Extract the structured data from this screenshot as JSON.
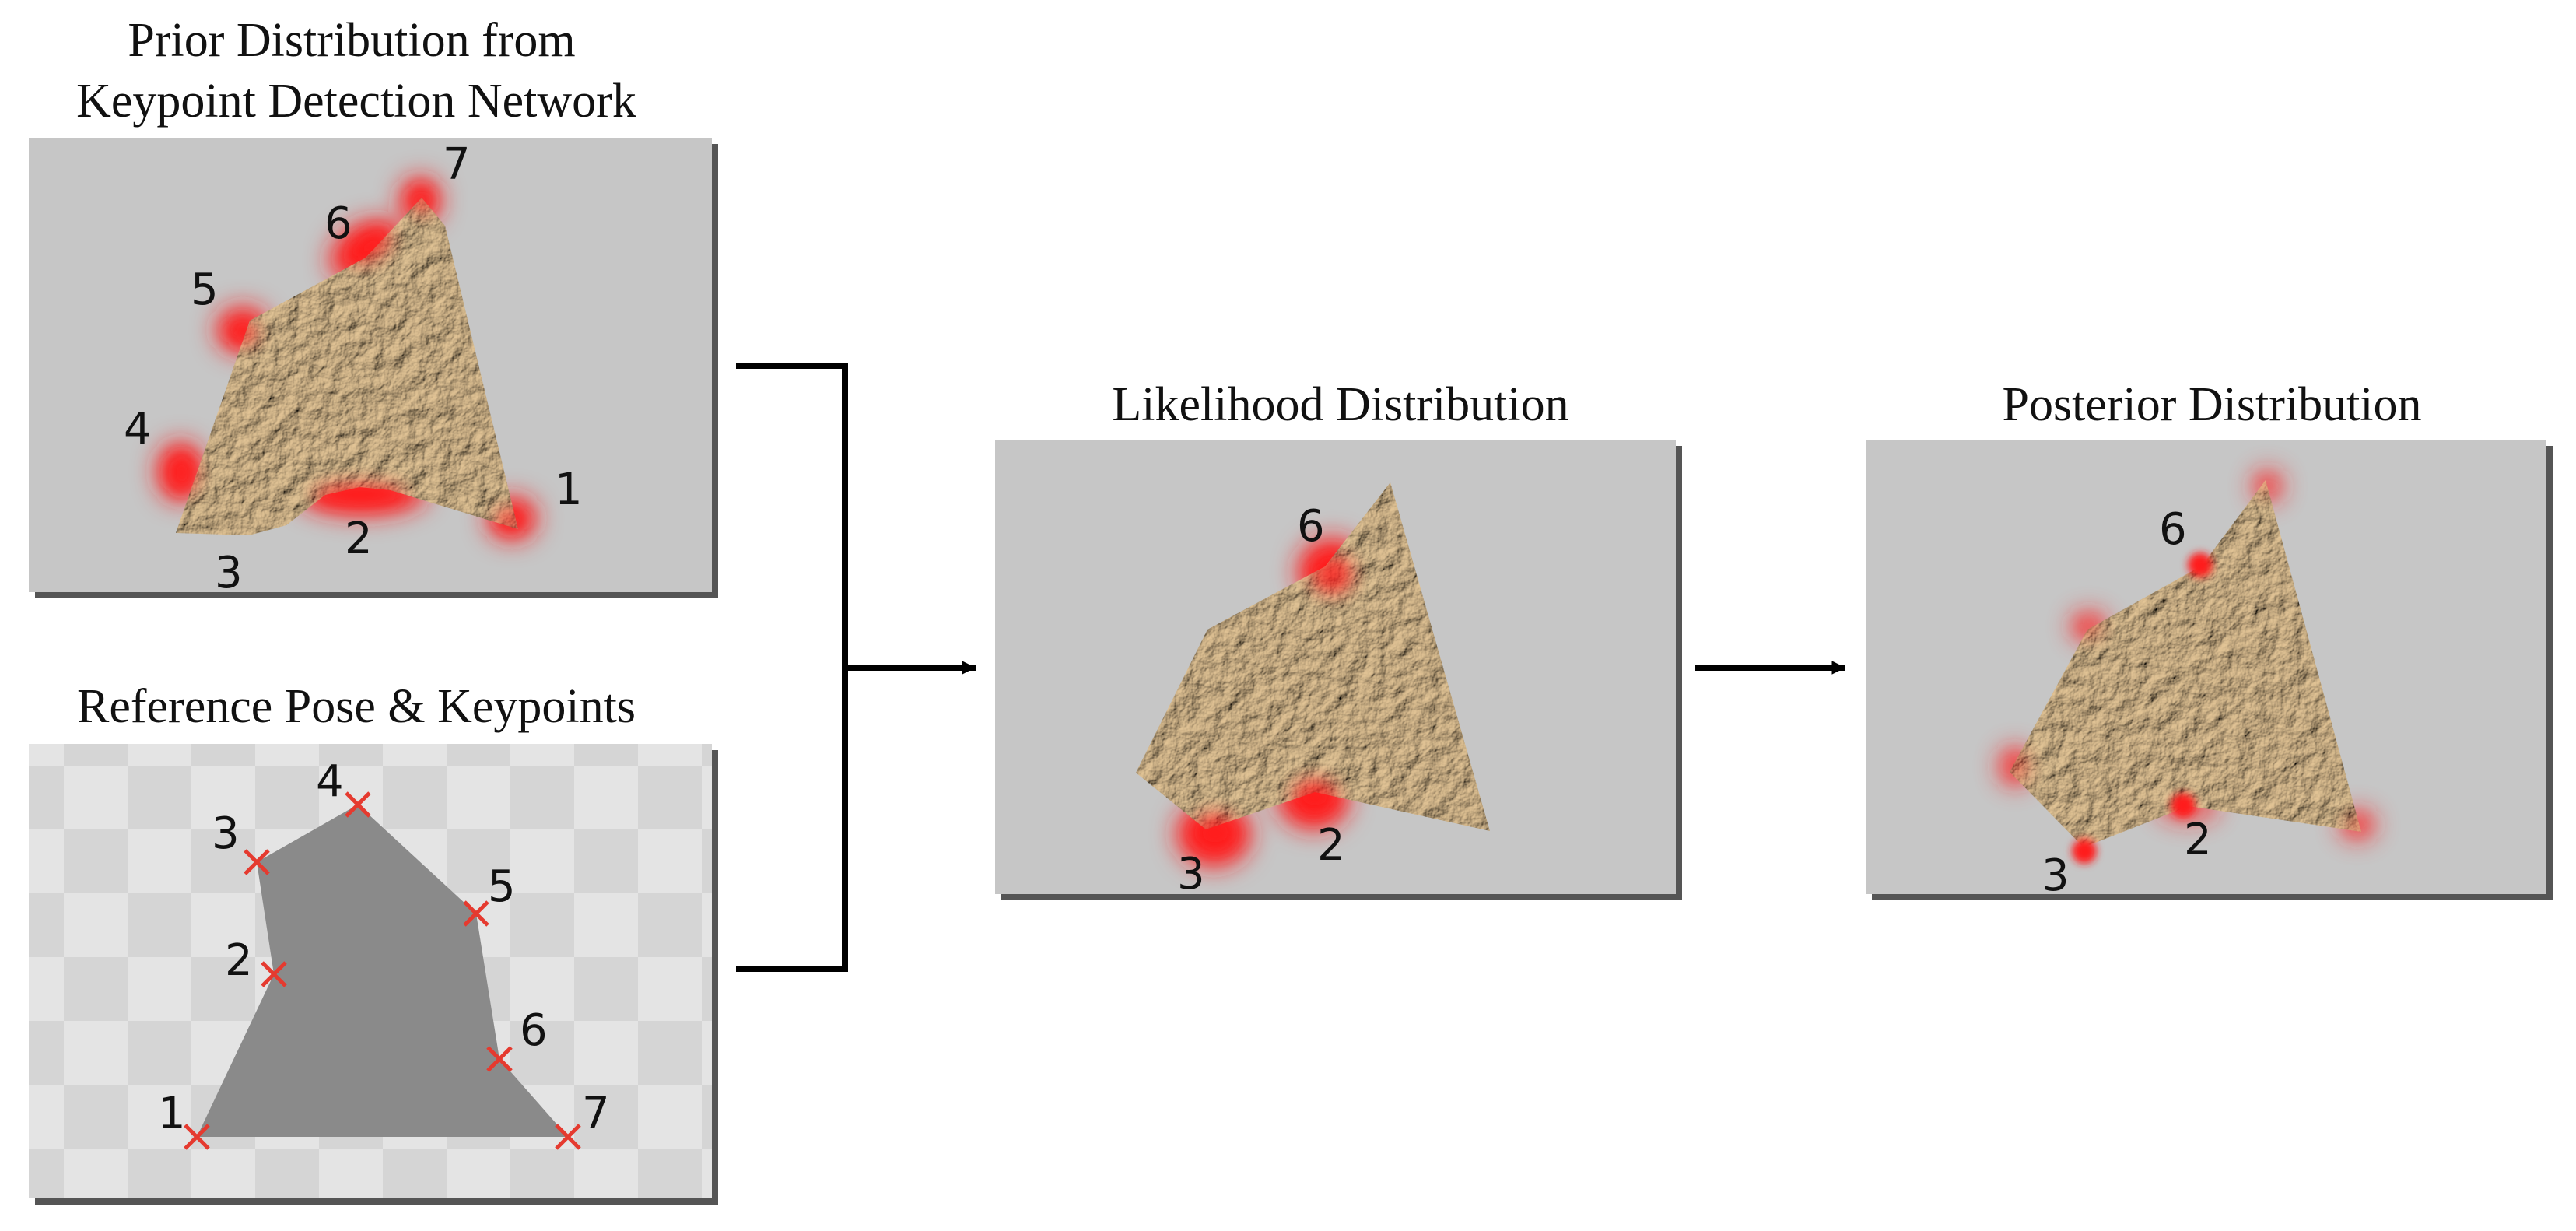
{
  "titles": {
    "prior_line1": "Prior Distribution from",
    "prior_line2": "Keypoint Detection Network",
    "reference": "Reference Pose & Keypoints",
    "likelihood": "Likelihood Distribution",
    "posterior": "Posterior Distribution"
  },
  "prior_labels": [
    "1",
    "2",
    "3",
    "4",
    "5",
    "6",
    "7"
  ],
  "reference_labels": [
    "1",
    "2",
    "3",
    "4",
    "5",
    "6",
    "7"
  ],
  "likelihood_labels": [
    "2",
    "3",
    "6"
  ],
  "posterior_labels": [
    "2",
    "3",
    "6"
  ],
  "colors": {
    "panel_bg": "#c6c6c6",
    "panel_shadow": "#555555",
    "heat": "#ff1a1a",
    "reference_shape": "#8a8a8a",
    "marker": "#e53a2f",
    "arrow": "#000000"
  }
}
